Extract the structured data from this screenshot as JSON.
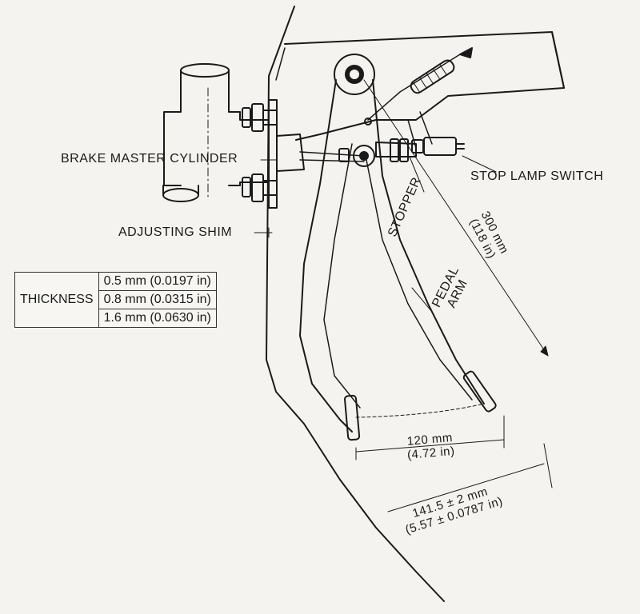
{
  "labels": {
    "brake_master_cylinder": "BRAKE MASTER CYLINDER",
    "adjusting_shim": "ADJUSTING SHIM",
    "stop_lamp_switch": "STOP LAMP SWITCH",
    "stopper": "STOPPER",
    "pedal_arm": [
      "PEDAL",
      "ARM"
    ]
  },
  "dimensions": {
    "arm_length": [
      "300 mm",
      "(118 in)"
    ],
    "pedal_free": [
      "120 mm",
      "(4.72 in)"
    ],
    "pedal_height": [
      "141.5 ± 2 mm",
      "(5.57 ± 0.0787 in)"
    ]
  },
  "shim_table": {
    "header": "THICKNESS",
    "rows": [
      "0.5 mm (0.0197 in)",
      "0.8 mm (0.0315 in)",
      "1.6 mm (0.0630 in)"
    ]
  }
}
